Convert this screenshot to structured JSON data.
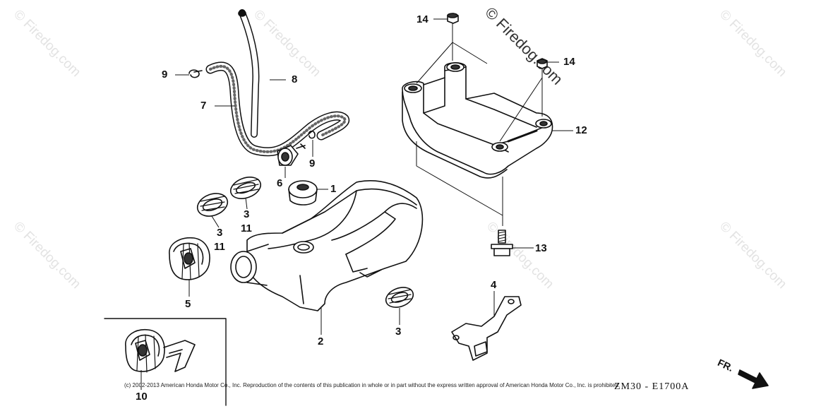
{
  "watermark": {
    "text": "© Firedog.com"
  },
  "callouts": {
    "c14a": "14",
    "c14b": "14",
    "c9a": "9",
    "c8": "8",
    "c7": "7",
    "c12": "12",
    "c9b": "9",
    "c6": "6",
    "c1": "1",
    "c3a": "3",
    "c3b": "3",
    "c11a": "11",
    "c11b": "11",
    "c13": "13",
    "c5": "5",
    "c4": "4",
    "c2": "2",
    "c3c": "3",
    "c10": "10"
  },
  "copyright": "(c) 2002-2013 American Honda Motor Co., Inc. Reproduction of the contents of this publication in whole or in part without the express written approval of American Honda Motor Co., Inc. is prohibited.",
  "diagram_code": "ZM30 - E1700A",
  "direction_marker": "FR."
}
